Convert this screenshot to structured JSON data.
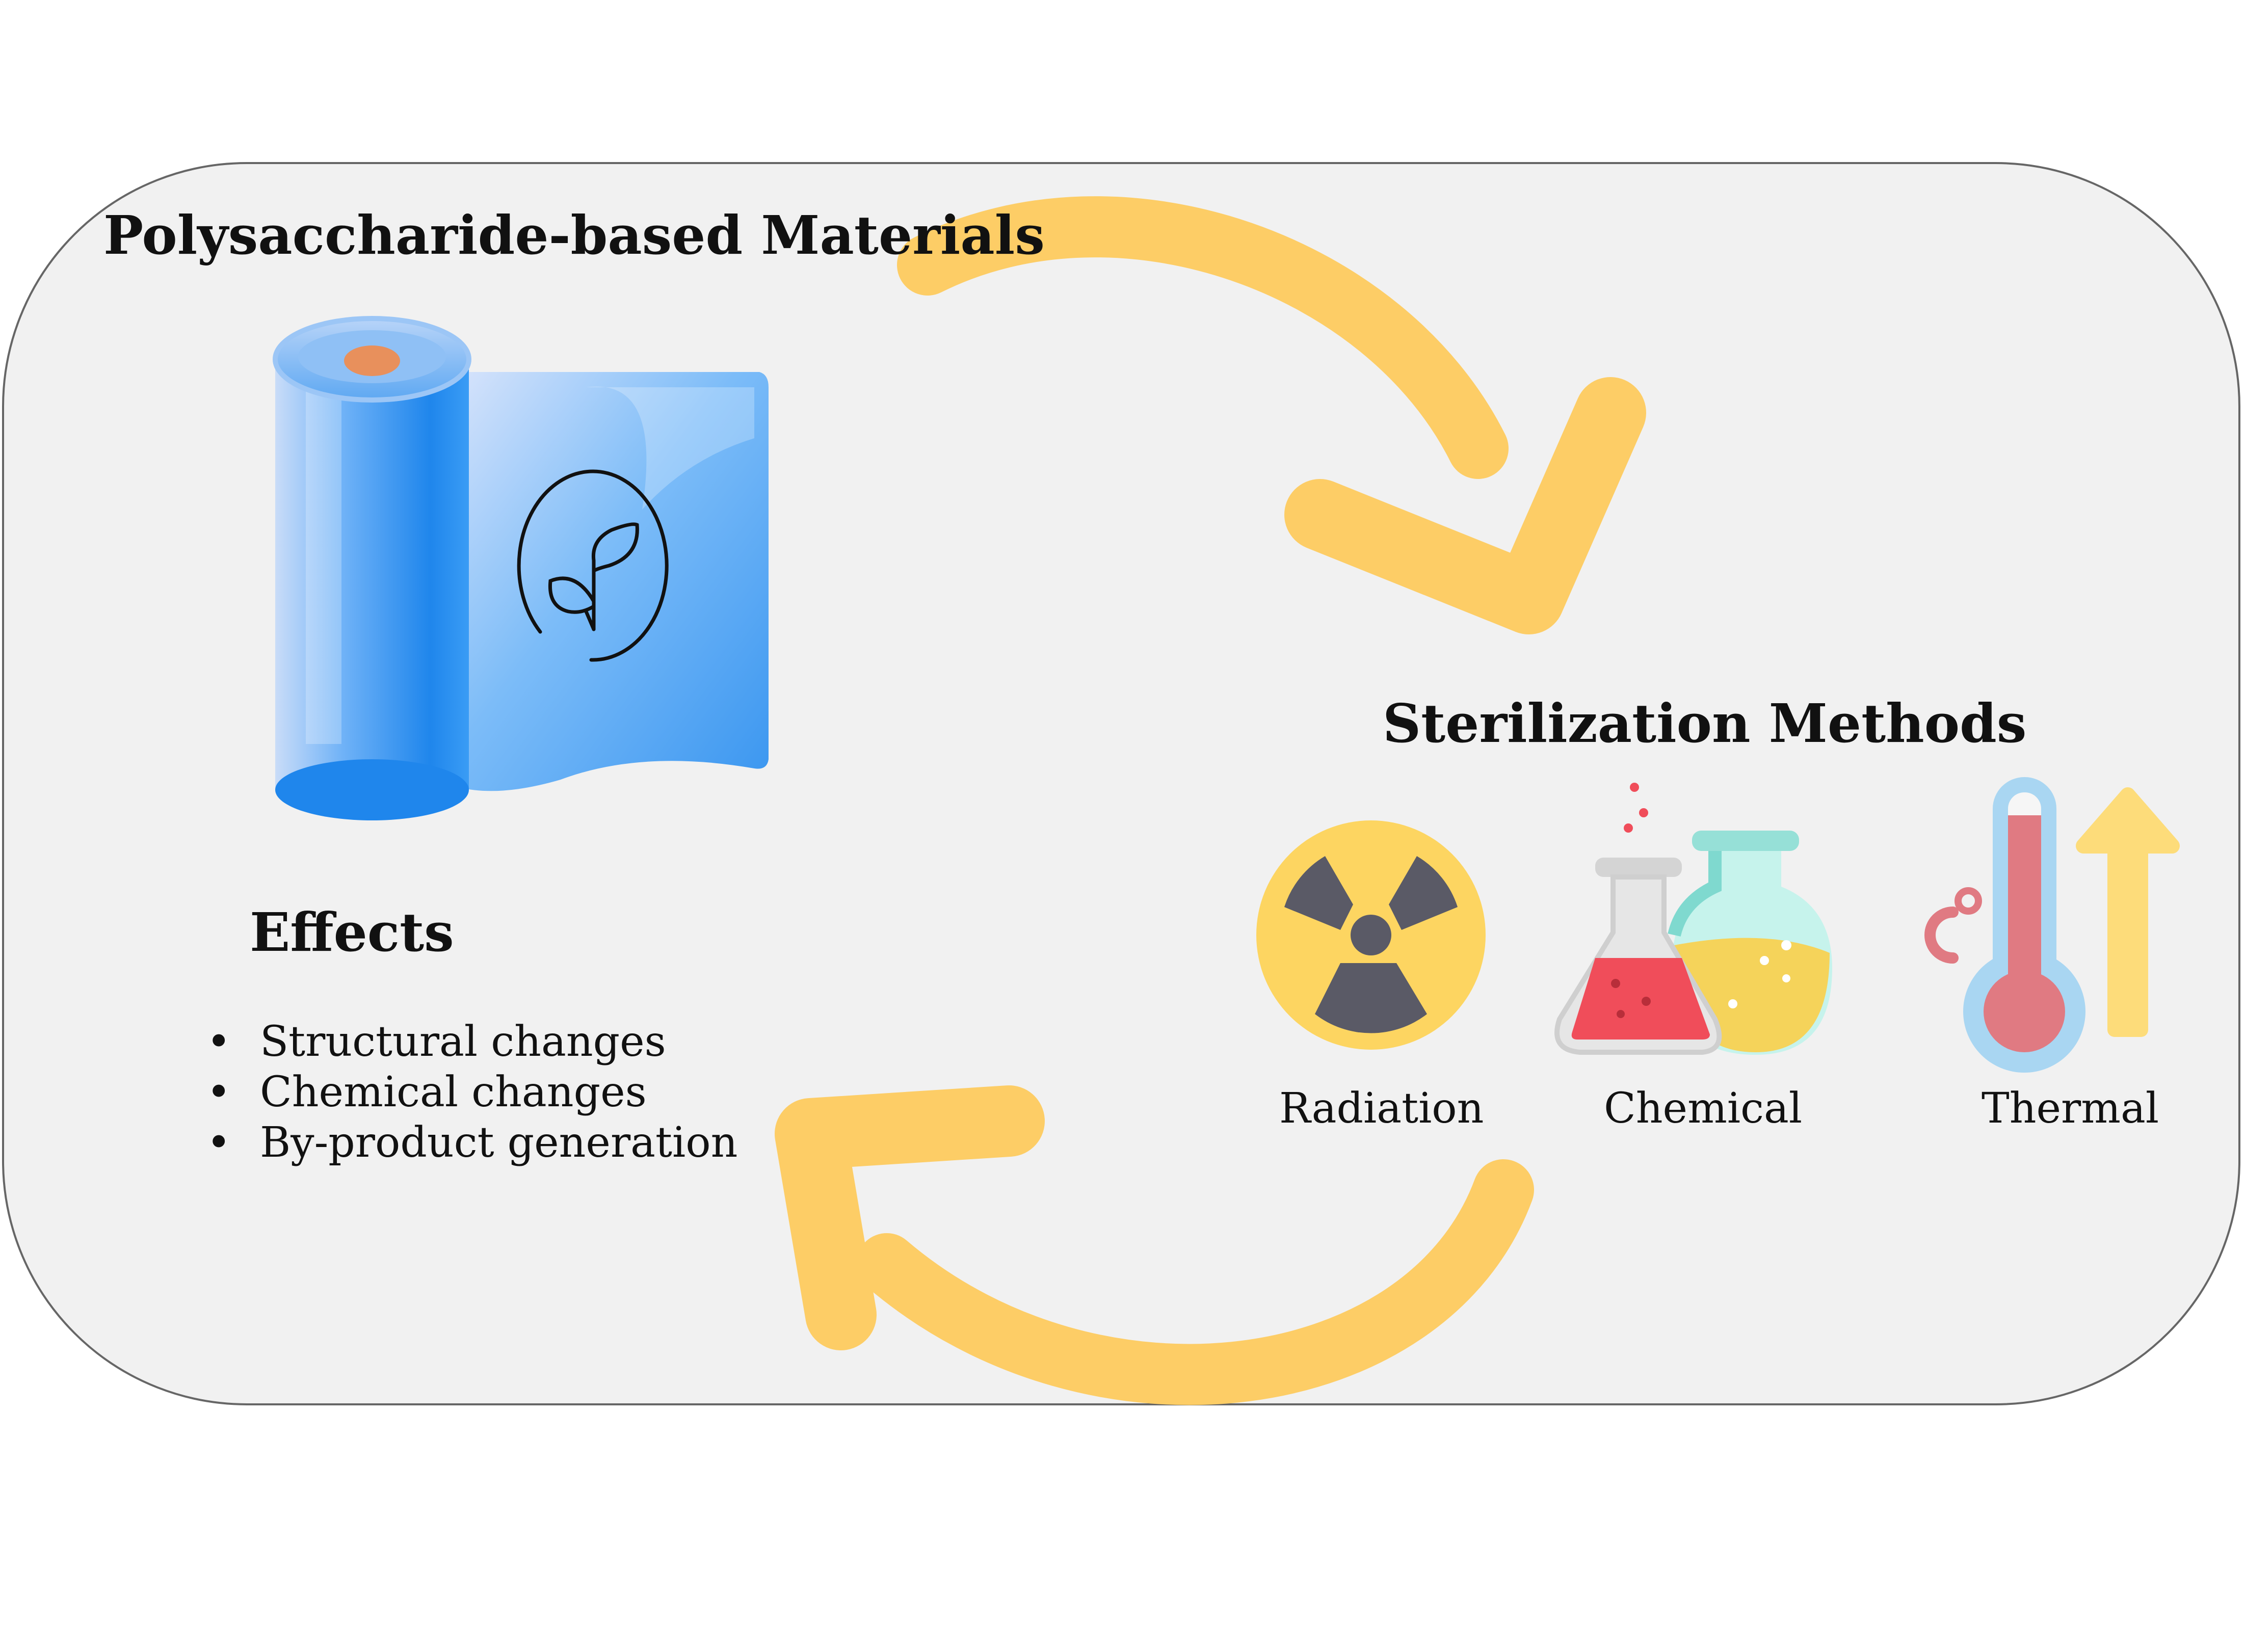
{
  "diagram": {
    "materials_title": "Polysaccharide-based Materials",
    "sterilization_title": "Sterilization Methods",
    "effects_title": "Effects",
    "effects": [
      "Structural changes",
      "Chemical changes",
      "By-product generation"
    ],
    "methods": [
      {
        "label": "Radiation",
        "icon": "radiation-icon"
      },
      {
        "label": "Chemical",
        "icon": "chemical-flasks-icon"
      },
      {
        "label": "Thermal",
        "icon": "thermometer-icon"
      }
    ]
  },
  "colors": {
    "panel_bg": "#f1f1f1",
    "panel_border": "#666666",
    "arrow": "#fdcd66",
    "roll_blue": "#3d9af3",
    "radiation_yellow": "#fdd561",
    "radiation_dark": "#5a5a66",
    "flask_red": "#f04d5a",
    "flask_yellow": "#f5d35a",
    "flask_teal": "#7fd9cf",
    "thermo_red": "#e07a82",
    "thermo_blue": "#a9d6f2"
  }
}
